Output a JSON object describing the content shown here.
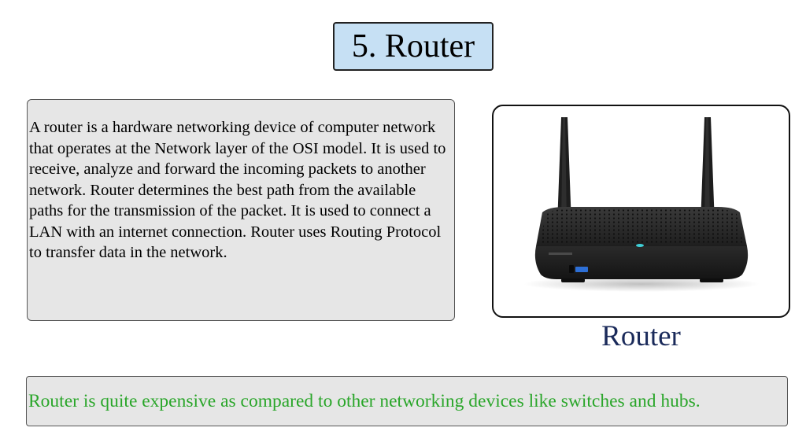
{
  "title": "5. Router",
  "description": "A router is a hardware networking device  of computer network that operates at the Network layer of the OSI model.  It is used to receive, analyze and forward the incoming packets to another network. Router determines the best path from the available paths for the transmission of the packet. It is used to connect a LAN with an internet connection. Router uses Routing Protocol to transfer data in the network.",
  "image": {
    "icon": "router-image",
    "caption": "Router"
  },
  "note": "Router is quite expensive as compared to other networking devices like switches and hubs.",
  "colors": {
    "title_bg": "#c6e0f4",
    "panel_bg": "#e6e6e6",
    "caption": "#1a2a5a",
    "note_text": "#2aa62a",
    "led": "#3fd0d8"
  }
}
